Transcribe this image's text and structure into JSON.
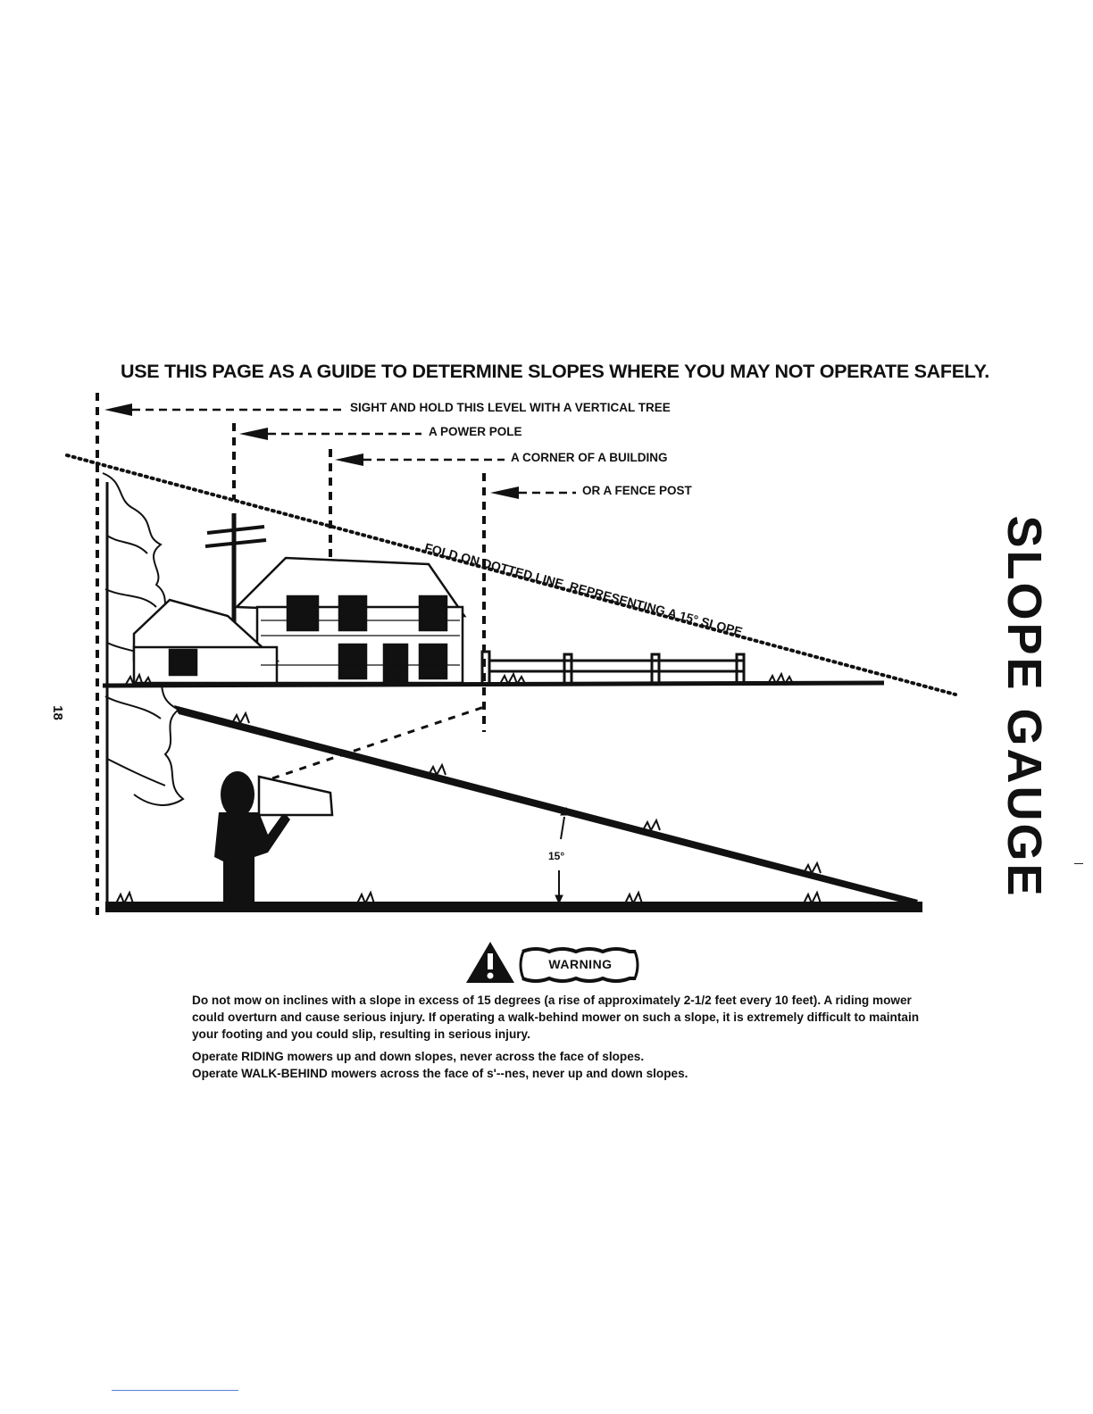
{
  "heading": "USE THIS PAGE AS A GUIDE TO DETERMINE SLOPES WHERE YOU MAY NOT OPERATE SAFELY.",
  "side_title": "SLOPE GAUGE",
  "page_number": "18",
  "guide": {
    "tree_label": "SIGHT AND HOLD THIS LEVEL WITH A VERTICAL TREE",
    "pole_label": "A POWER POLE",
    "building_label": "A CORNER OF A BUILDING",
    "fence_label": "OR A FENCE POST",
    "fold_line_label": "FOLD ON DOTTED LINE, REPRESENTING A 15° SLOPE",
    "angle_label": "15°"
  },
  "warning": {
    "badge_label": "WARNING",
    "paragraph_1": "Do not mow on inclines with a slope in excess of 15 degrees (a rise of approximately 2-1/2 feet every 10 feet). A riding mower could overturn and cause serious injury. If operating a walk-behind mower on such a slope, it is extremely difficult to maintain your footing and you could slip, resulting in serious injury.",
    "line_riding": "Operate RIDING mowers up and down slopes, never across the face of slopes.",
    "line_walk": "Operate WALK-BEHIND mowers across the face of s'--nes, never up and down slopes."
  }
}
